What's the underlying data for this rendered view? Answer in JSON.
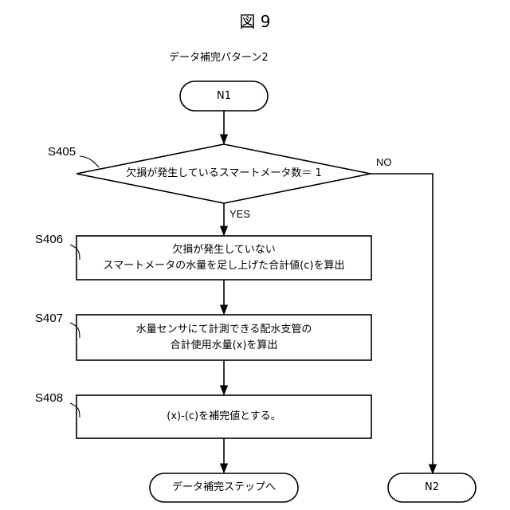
{
  "figure": {
    "title": "図 9",
    "subtitle": "データ補完パターン2"
  },
  "nodes": {
    "start": "N1",
    "decision": "欠損が発生しているスマートメータ数＝ 1",
    "step_s406": [
      "欠損が発生していない",
      "スマートメータの水量を足し上げた合計値(c)を算出"
    ],
    "step_s407": [
      "水量センサにて計測できる配水支管の",
      "合計使用水量(x)を算出"
    ],
    "step_s408": [
      "(x)-(c)を補完値とする。"
    ],
    "end_main": "データ補完ステップへ",
    "end_no": "N2"
  },
  "labels": {
    "s405": "S405",
    "s406": "S406",
    "s407": "S407",
    "s408": "S408",
    "yes": "YES",
    "no": "NO"
  }
}
